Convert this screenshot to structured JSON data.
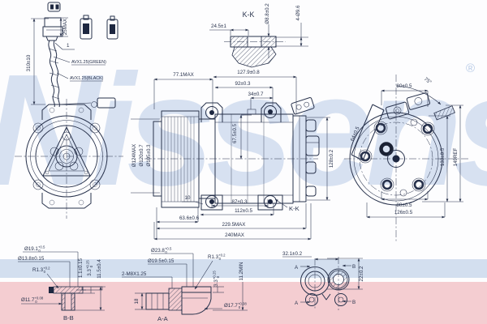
{
  "watermark": {
    "brand": "Nissens",
    "registered": "®"
  },
  "connector": {
    "height": "25MAX",
    "cable_length": "310±10",
    "item": "1",
    "wire_green": "AVX1.25(GREEN)",
    "wire_black": "AVX1.25(BLACK)"
  },
  "section_kk": {
    "label": "K-K",
    "width": "24.5±1",
    "shaft_dia": "Ø8.8±0.2",
    "holes": "4-Ø9.6"
  },
  "front_view": {
    "pulley_od": "Ø124MAX",
    "groove_dia": "Ø120±0.7",
    "inner_dia": "Ø105±0.3"
  },
  "side_view": {
    "pulley_depth": "77.1MAX",
    "body_length": "127.9±0.8",
    "top_92": "92±0.3",
    "top_34": "34±0.7",
    "height_67": "67.5±0.5",
    "height_128": "128±0.2",
    "foot_10": "10",
    "feet_87": "87±0.3",
    "feet_112": "112±0.5",
    "pulley_63": "63.6±0.6",
    "overall_229": "229.5MAX",
    "overall_240": "240MAX",
    "section_ref": "K-K"
  },
  "rear_view": {
    "top_80": "80±0.5",
    "angle_75": "75°",
    "flange_64": "64±0.5",
    "height_133": "133±0.5",
    "height_149": "149REF",
    "bottom_80": "80±0.5",
    "bottom_126": "126±0.5"
  },
  "detail_bb": {
    "label": "B-B",
    "dia_19_1": {
      "base": "Ø19.1",
      "tol_up": "+0.5",
      "tol_dn": "0"
    },
    "dia_13_8": "Ø13.8±0.15",
    "radius": {
      "base": "R1.3",
      "tol_up": "+0.2",
      "tol_dn": "0"
    },
    "depth_1_1": "1.1±0.15",
    "depth_3_3": {
      "base": "3.3",
      "tol_up": "+0.25",
      "tol_dn": "0"
    },
    "depth_11_5": "11.5±0.4",
    "dia_11_7": {
      "base": "Ø11.7",
      "tol_up": "+0.08",
      "tol_dn": "0"
    }
  },
  "detail_aa": {
    "label": "A-A",
    "dia_23_8": {
      "base": "Ø23.8",
      "tol_up": "+0.5",
      "tol_dn": "0"
    },
    "dia_19_5": "Ø19.5±0.15",
    "thread": "2-M8X1.25",
    "radius": {
      "base": "R1.3",
      "tol_up": "+0.2",
      "tol_dn": "0"
    },
    "depth_3_3": {
      "base": "3.3",
      "tol_up": "+0.25",
      "tol_dn": "0"
    },
    "depth_11_2": "11.2MIN",
    "width_18": "18",
    "dia_17_7": {
      "base": "Ø17.7",
      "tol_up": "+0.08",
      "tol_dn": "0"
    }
  },
  "port_flange": {
    "pitch": "32.1±0.2",
    "offset": "22±0.2",
    "cut_a": "A",
    "cut_b": "B"
  },
  "colors": {
    "line": "#28324c",
    "watermark": "#80a3d4",
    "band_blue": "#c2d2e9",
    "band_pink": "#f2c6cb"
  }
}
